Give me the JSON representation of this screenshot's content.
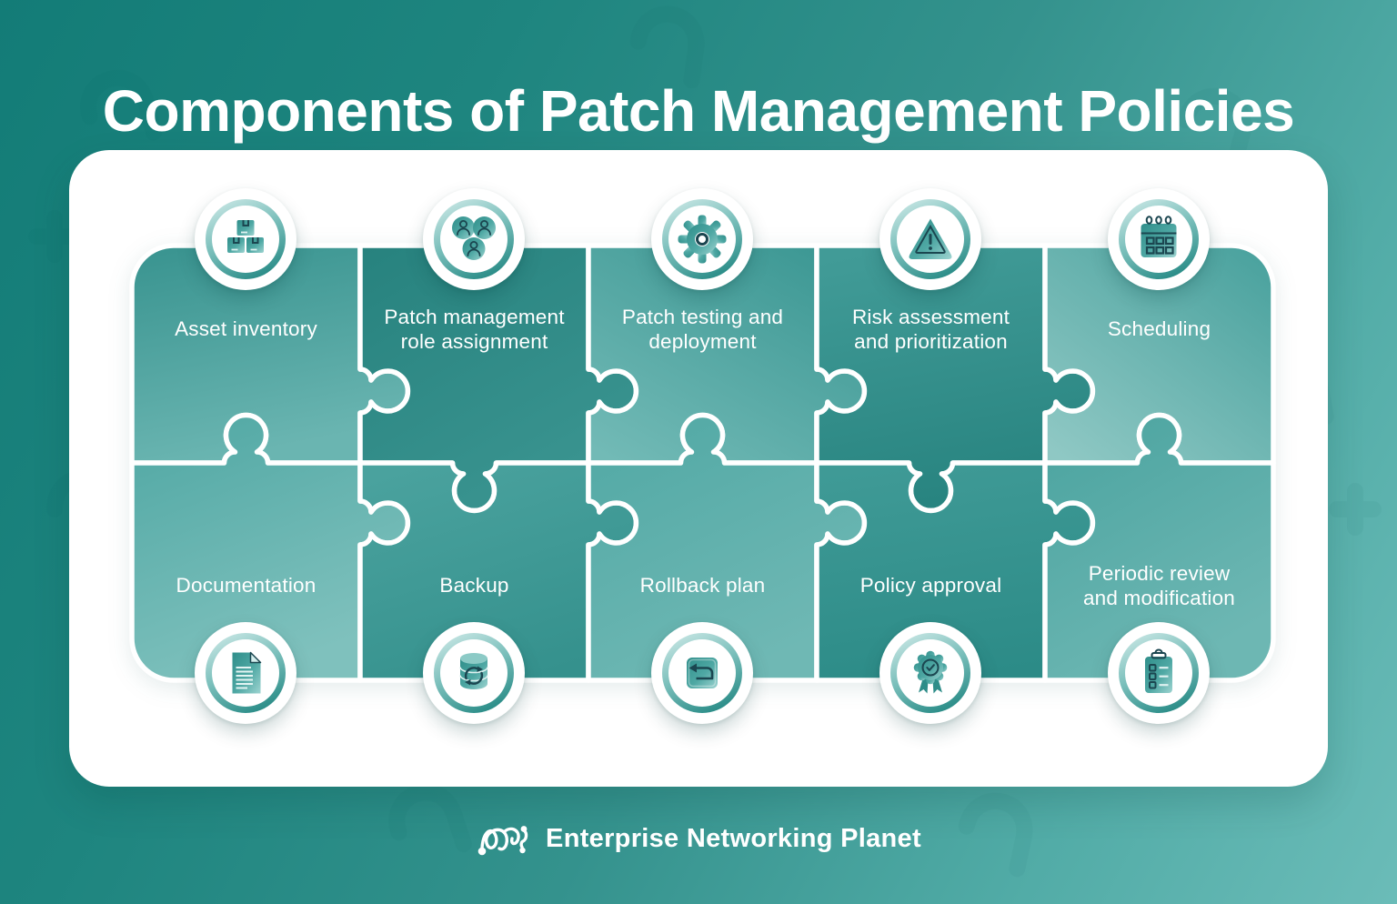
{
  "title": "Components of Patch Management Policies",
  "brand": {
    "name": "Enterprise Networking Planet",
    "logo": "network-nodes-logo-icon"
  },
  "pieces": [
    {
      "label": "Asset inventory",
      "lines": [
        "Asset inventory"
      ],
      "icon": "boxes-icon"
    },
    {
      "label": "Patch management role assignment",
      "lines": [
        "Patch management",
        "role assignment"
      ],
      "icon": "team-people-icon"
    },
    {
      "label": "Patch testing and deployment",
      "lines": [
        "Patch testing and",
        "deployment"
      ],
      "icon": "gear-icon"
    },
    {
      "label": "Risk assessment and prioritization",
      "lines": [
        "Risk assessment",
        "and prioritization"
      ],
      "icon": "warning-triangle-icon"
    },
    {
      "label": "Scheduling",
      "lines": [
        "Scheduling"
      ],
      "icon": "calendar-icon"
    },
    {
      "label": "Documentation",
      "lines": [
        "Documentation"
      ],
      "icon": "document-icon"
    },
    {
      "label": "Backup",
      "lines": [
        "Backup"
      ],
      "icon": "database-sync-icon"
    },
    {
      "label": "Rollback plan",
      "lines": [
        "Rollback plan"
      ],
      "icon": "rollback-arrow-icon"
    },
    {
      "label": "Policy approval",
      "lines": [
        "Policy approval"
      ],
      "icon": "award-ribbon-icon"
    },
    {
      "label": "Periodic review and modification",
      "lines": [
        "Periodic review",
        "and modification"
      ],
      "icon": "clipboard-checklist-icon"
    }
  ],
  "colors": {
    "background_teal": "#1d8a85",
    "card_white": "#ffffff",
    "puzzle_teal_dark": "#27837f",
    "puzzle_teal_light": "#8fc8c4",
    "outline_white": "#ffffff",
    "icon_detail_dark": "#1b4650",
    "text_white": "#ffffff"
  }
}
